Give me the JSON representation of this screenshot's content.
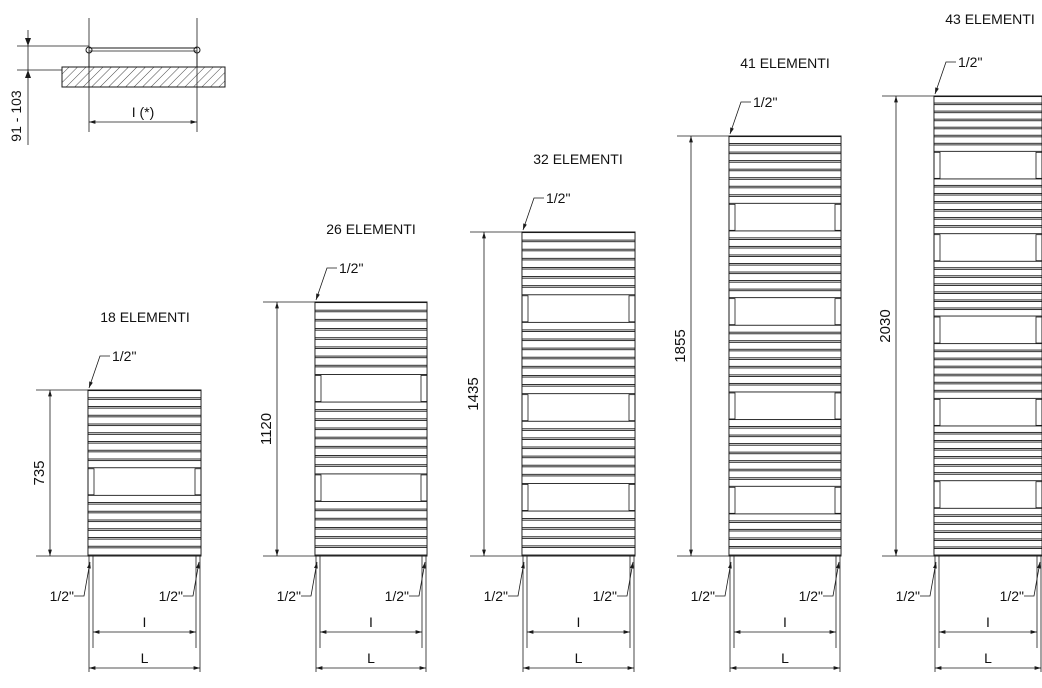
{
  "detail": {
    "depth_label": "91 - 103",
    "spacing_label": "I (*)"
  },
  "radiators": [
    {
      "title": "18 ELEMENTI",
      "height_label": "735",
      "top_conn": "1/2\"",
      "bottom_left": "1/2\"",
      "bottom_right": "1/2\"",
      "inner_label": "I",
      "outer_label": "L"
    },
    {
      "title": "26 ELEMENTI",
      "height_label": "1120",
      "top_conn": "1/2\"",
      "bottom_left": "1/2\"",
      "bottom_right": "1/2\"",
      "inner_label": "I",
      "outer_label": "L"
    },
    {
      "title": "32 ELEMENTI",
      "height_label": "1435",
      "top_conn": "1/2\"",
      "bottom_left": "1/2\"",
      "bottom_right": "1/2\"",
      "inner_label": "I",
      "outer_label": "L"
    },
    {
      "title": "41 ELEMENTI",
      "height_label": "1855",
      "top_conn": "1/2\"",
      "bottom_left": "1/2\"",
      "bottom_right": "1/2\"",
      "inner_label": "I",
      "outer_label": "L"
    },
    {
      "title": "43 ELEMENTI",
      "height_label": "2030",
      "top_conn": "1/2\"",
      "bottom_left": "1/2\"",
      "bottom_right": "1/2\"",
      "inner_label": "I",
      "outer_label": "L"
    }
  ]
}
